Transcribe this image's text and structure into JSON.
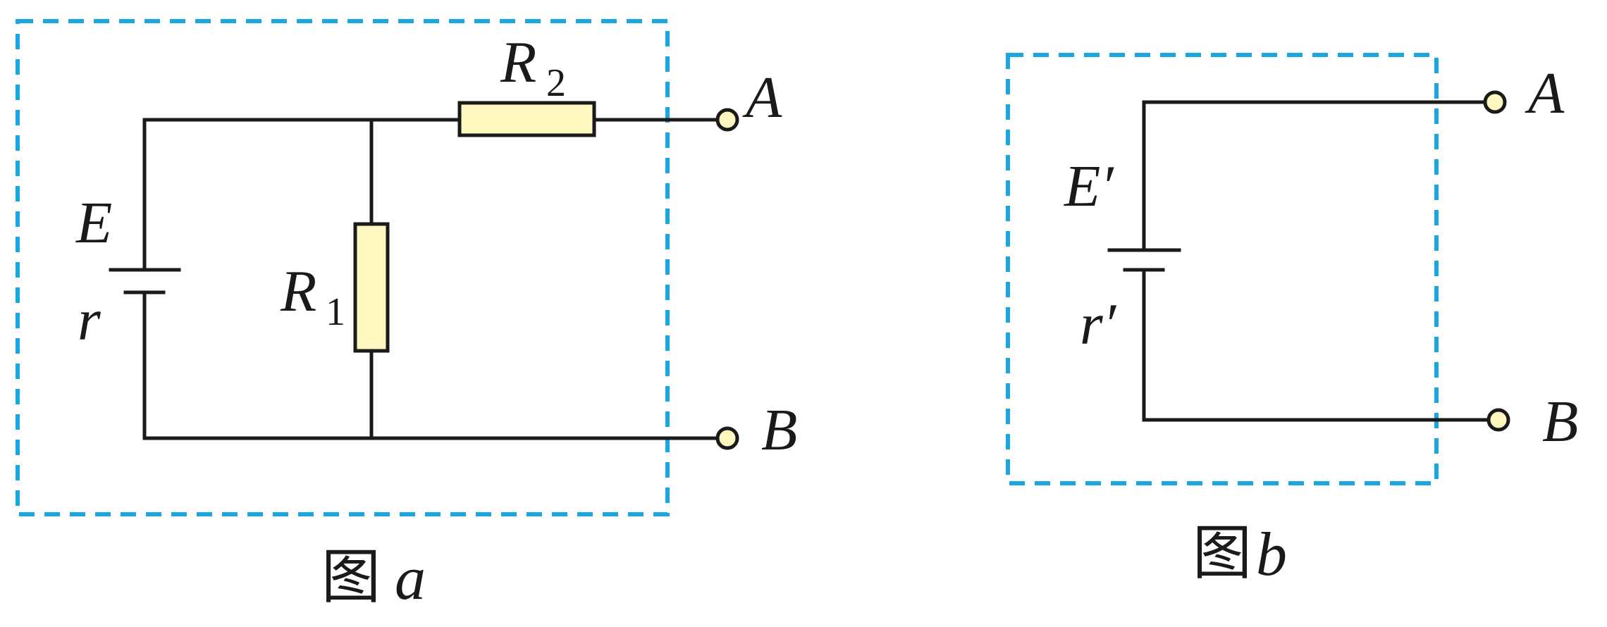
{
  "colors": {
    "box_border": "#1aa7e0",
    "wire": "#1a1a1a",
    "resistor_fill": "#fff7c0",
    "terminal_fill": "#fff7c0"
  },
  "figure_a": {
    "emf": "E",
    "internal_resistance": "r",
    "r1_letter": "R",
    "r1_sub": "1",
    "r2_letter": "R",
    "r2_sub": "2",
    "terminal_a": "A",
    "terminal_b": "B",
    "caption_cjk": "图",
    "caption_letter": "a"
  },
  "figure_b": {
    "emf": "E′",
    "internal_resistance": "r′",
    "terminal_a": "A",
    "terminal_b": "B",
    "caption_cjk": "图",
    "caption_letter": "b"
  }
}
